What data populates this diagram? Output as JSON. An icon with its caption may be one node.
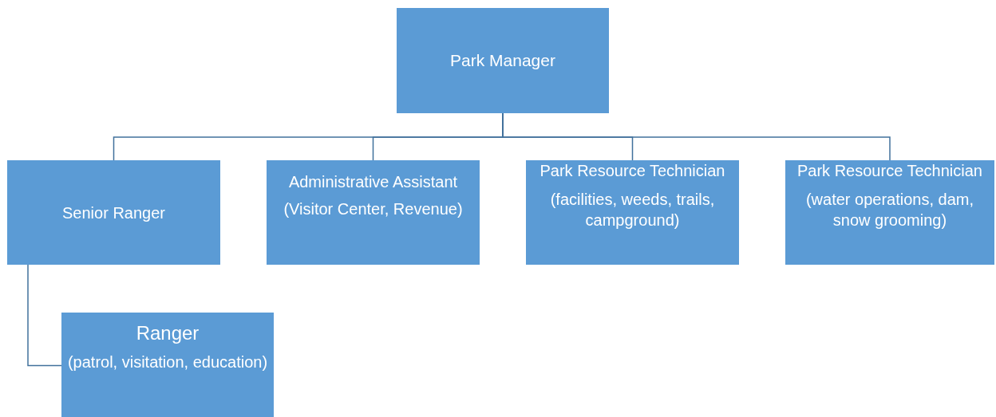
{
  "diagram": {
    "nodes": [
      {
        "text": [
          "Park Manager"
        ]
      },
      {
        "text": [
          "Senior Ranger"
        ]
      },
      {
        "text": [
          "Administrative Assistant",
          "(Visitor Center, Revenue)"
        ]
      },
      {
        "text": [
          "Park Resource Technician",
          "(facilities, weeds, trails, campground)"
        ]
      },
      {
        "text": [
          "Park Resource Technician",
          "(water operations, dam, snow grooming)"
        ]
      },
      {
        "text": [
          "Ranger",
          "(patrol, visitation, education)"
        ]
      }
    ],
    "edges": [
      {
        "from": 0,
        "to": 1,
        "arrow": "none"
      },
      {
        "from": 0,
        "to": 2,
        "arrow": "none"
      },
      {
        "from": 0,
        "to": 3,
        "arrow": "none"
      },
      {
        "from": 0,
        "to": 4,
        "arrow": "none"
      },
      {
        "from": 1,
        "to": 5,
        "arrow": "none"
      }
    ]
  }
}
